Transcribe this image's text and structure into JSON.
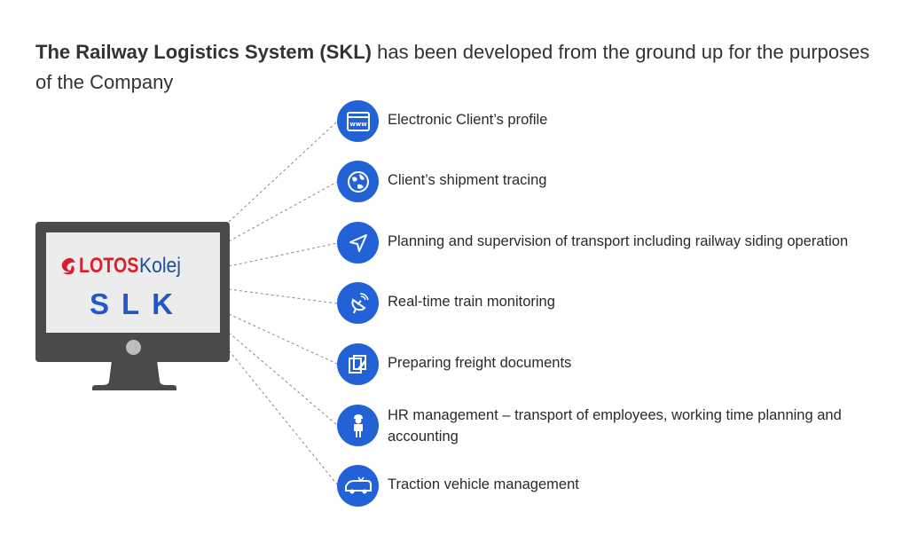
{
  "heading": {
    "bold": "The Railway Logistics System (SKL)",
    "rest": " has been developed from the ground up for the purposes of the Company"
  },
  "monitor": {
    "logo_brand": "LOTOS",
    "logo_suffix": "Kolej",
    "product": "SLK"
  },
  "features": [
    {
      "label": "Electronic Client’s profile",
      "icon": "www-window-icon"
    },
    {
      "label": "Client’s shipment tracing",
      "icon": "globe-icon"
    },
    {
      "label": "Planning and supervision of transport including railway siding operation",
      "icon": "navigation-arrow-icon"
    },
    {
      "label": "Real-time train monitoring",
      "icon": "satellite-dish-icon"
    },
    {
      "label": "Preparing freight documents",
      "icon": "edit-document-icon"
    },
    {
      "label": "HR management – transport of employees, working time planning and accounting",
      "icon": "person-icon"
    },
    {
      "label": "Traction vehicle management",
      "icon": "locomotive-icon"
    }
  ],
  "colors": {
    "icon_circle": "#2261d6",
    "monitor": "#4a4a4a",
    "slk_text": "#1f58c8",
    "logo_red": "#d7202a",
    "logo_blue": "#1f4e9a"
  }
}
